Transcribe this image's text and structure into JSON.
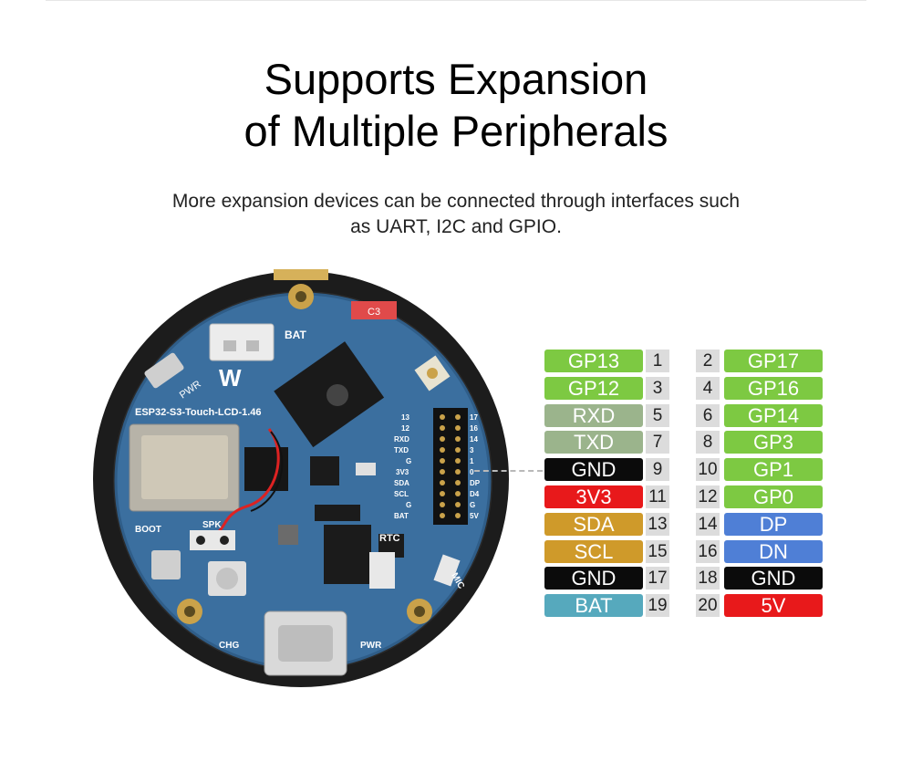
{
  "heading": {
    "line1": "Supports Expansion",
    "line2": "of Multiple Peripherals"
  },
  "description": {
    "line1": "More expansion devices can be connected through interfaces such",
    "line2": "as UART, I2C and GPIO."
  },
  "board": {
    "model": "ESP32-S3-Touch-LCD-1.46",
    "labels": {
      "bat": "BAT",
      "pwr": "PWR",
      "boot": "BOOT",
      "spk": "SPK",
      "rtc": "RTC",
      "mic": "MIC",
      "chg": "CHG",
      "pwr2": "PWR",
      "c3": "C3"
    },
    "header_pins_left": [
      "13",
      "12",
      "RXD",
      "TXD",
      "G",
      "3V3",
      "SDA",
      "SCL",
      "G",
      "BAT"
    ],
    "header_pins_right": [
      "17",
      "16",
      "14",
      "3",
      "1",
      "0",
      "DP",
      "D4",
      "G",
      "5V"
    ]
  },
  "pinout": [
    {
      "left_label": "GP13",
      "left_num": "1",
      "right_num": "2",
      "right_label": "GP17",
      "left_color": "#7dc942",
      "right_color": "#7dc942"
    },
    {
      "left_label": "GP12",
      "left_num": "3",
      "right_num": "4",
      "right_label": "GP16",
      "left_color": "#7dc942",
      "right_color": "#7dc942"
    },
    {
      "left_label": "RXD",
      "left_num": "5",
      "right_num": "6",
      "right_label": "GP14",
      "left_color": "#9bb48c",
      "right_color": "#7dc942"
    },
    {
      "left_label": "TXD",
      "left_num": "7",
      "right_num": "8",
      "right_label": "GP3",
      "left_color": "#9bb48c",
      "right_color": "#7dc942"
    },
    {
      "left_label": "GND",
      "left_num": "9",
      "right_num": "10",
      "right_label": "GP1",
      "left_color": "#0b0b0b",
      "right_color": "#7dc942"
    },
    {
      "left_label": "3V3",
      "left_num": "11",
      "right_num": "12",
      "right_label": "GP0",
      "left_color": "#e8191b",
      "right_color": "#7dc942"
    },
    {
      "left_label": "SDA",
      "left_num": "13",
      "right_num": "14",
      "right_label": "DP",
      "left_color": "#cf9a2a",
      "right_color": "#4f7fd6"
    },
    {
      "left_label": "SCL",
      "left_num": "15",
      "right_num": "16",
      "right_label": "DN",
      "left_color": "#cf9a2a",
      "right_color": "#4f7fd6"
    },
    {
      "left_label": "GND",
      "left_num": "17",
      "right_num": "18",
      "right_label": "GND",
      "left_color": "#0b0b0b",
      "right_color": "#0b0b0b"
    },
    {
      "left_label": "BAT",
      "left_num": "19",
      "right_num": "20",
      "right_label": "5V",
      "left_color": "#56a9bd",
      "right_color": "#e8191b"
    }
  ]
}
